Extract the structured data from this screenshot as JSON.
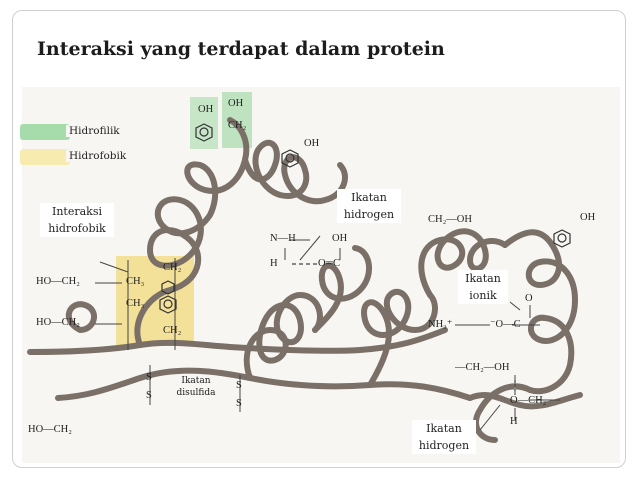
{
  "title": "Interaksi yang terdapat dalam protein",
  "legend": {
    "hydrophilic": {
      "label": "Hidrofilik",
      "color": "#a6dcab"
    },
    "hydrophobic": {
      "label": "Hidrofobik",
      "color": "#f7ebb0"
    }
  },
  "labels": {
    "hydrophobic_interaction": [
      "Interaksi",
      "hidrofobik"
    ],
    "hydrogen_bond_top": [
      "Ikatan",
      "hidrogen"
    ],
    "ionic_bond": [
      "Ikatan",
      "ionik"
    ],
    "disulfide_bond": [
      "Ikatan",
      "disulfida"
    ],
    "hydrogen_bond_bottom": [
      "Ikatan",
      "hidrogen"
    ]
  },
  "chem": {
    "ho_ch2_1": "HO—CH₂",
    "ho_ch2_2": "HO—CH₂",
    "ho_ch2_3": "HO—CH₂",
    "ch3_1": "CH₃",
    "ch3_2": "CH₃",
    "ch2_a": "CH₂",
    "ch2_b": "CH₂",
    "ch2_c": "CH₂",
    "oh_1": "OH",
    "oh_2": "OH",
    "oh_3": "OH",
    "oh_4": "OH",
    "nh": "N—H",
    "h": "H",
    "o_c": "O═C",
    "oh_acid": "OH",
    "ch2_oh_top": "CH₂—OH",
    "nh3": "NH₃⁺",
    "o_minus_c": "⁻O—C",
    "o_dbl": "O",
    "ch2_oh_mid": "—CH₂—OH",
    "o_ch2": "O—CH₂",
    "h_bottom": "H",
    "s1": "S",
    "s2": "S",
    "s3": "S",
    "s4": "S"
  }
}
